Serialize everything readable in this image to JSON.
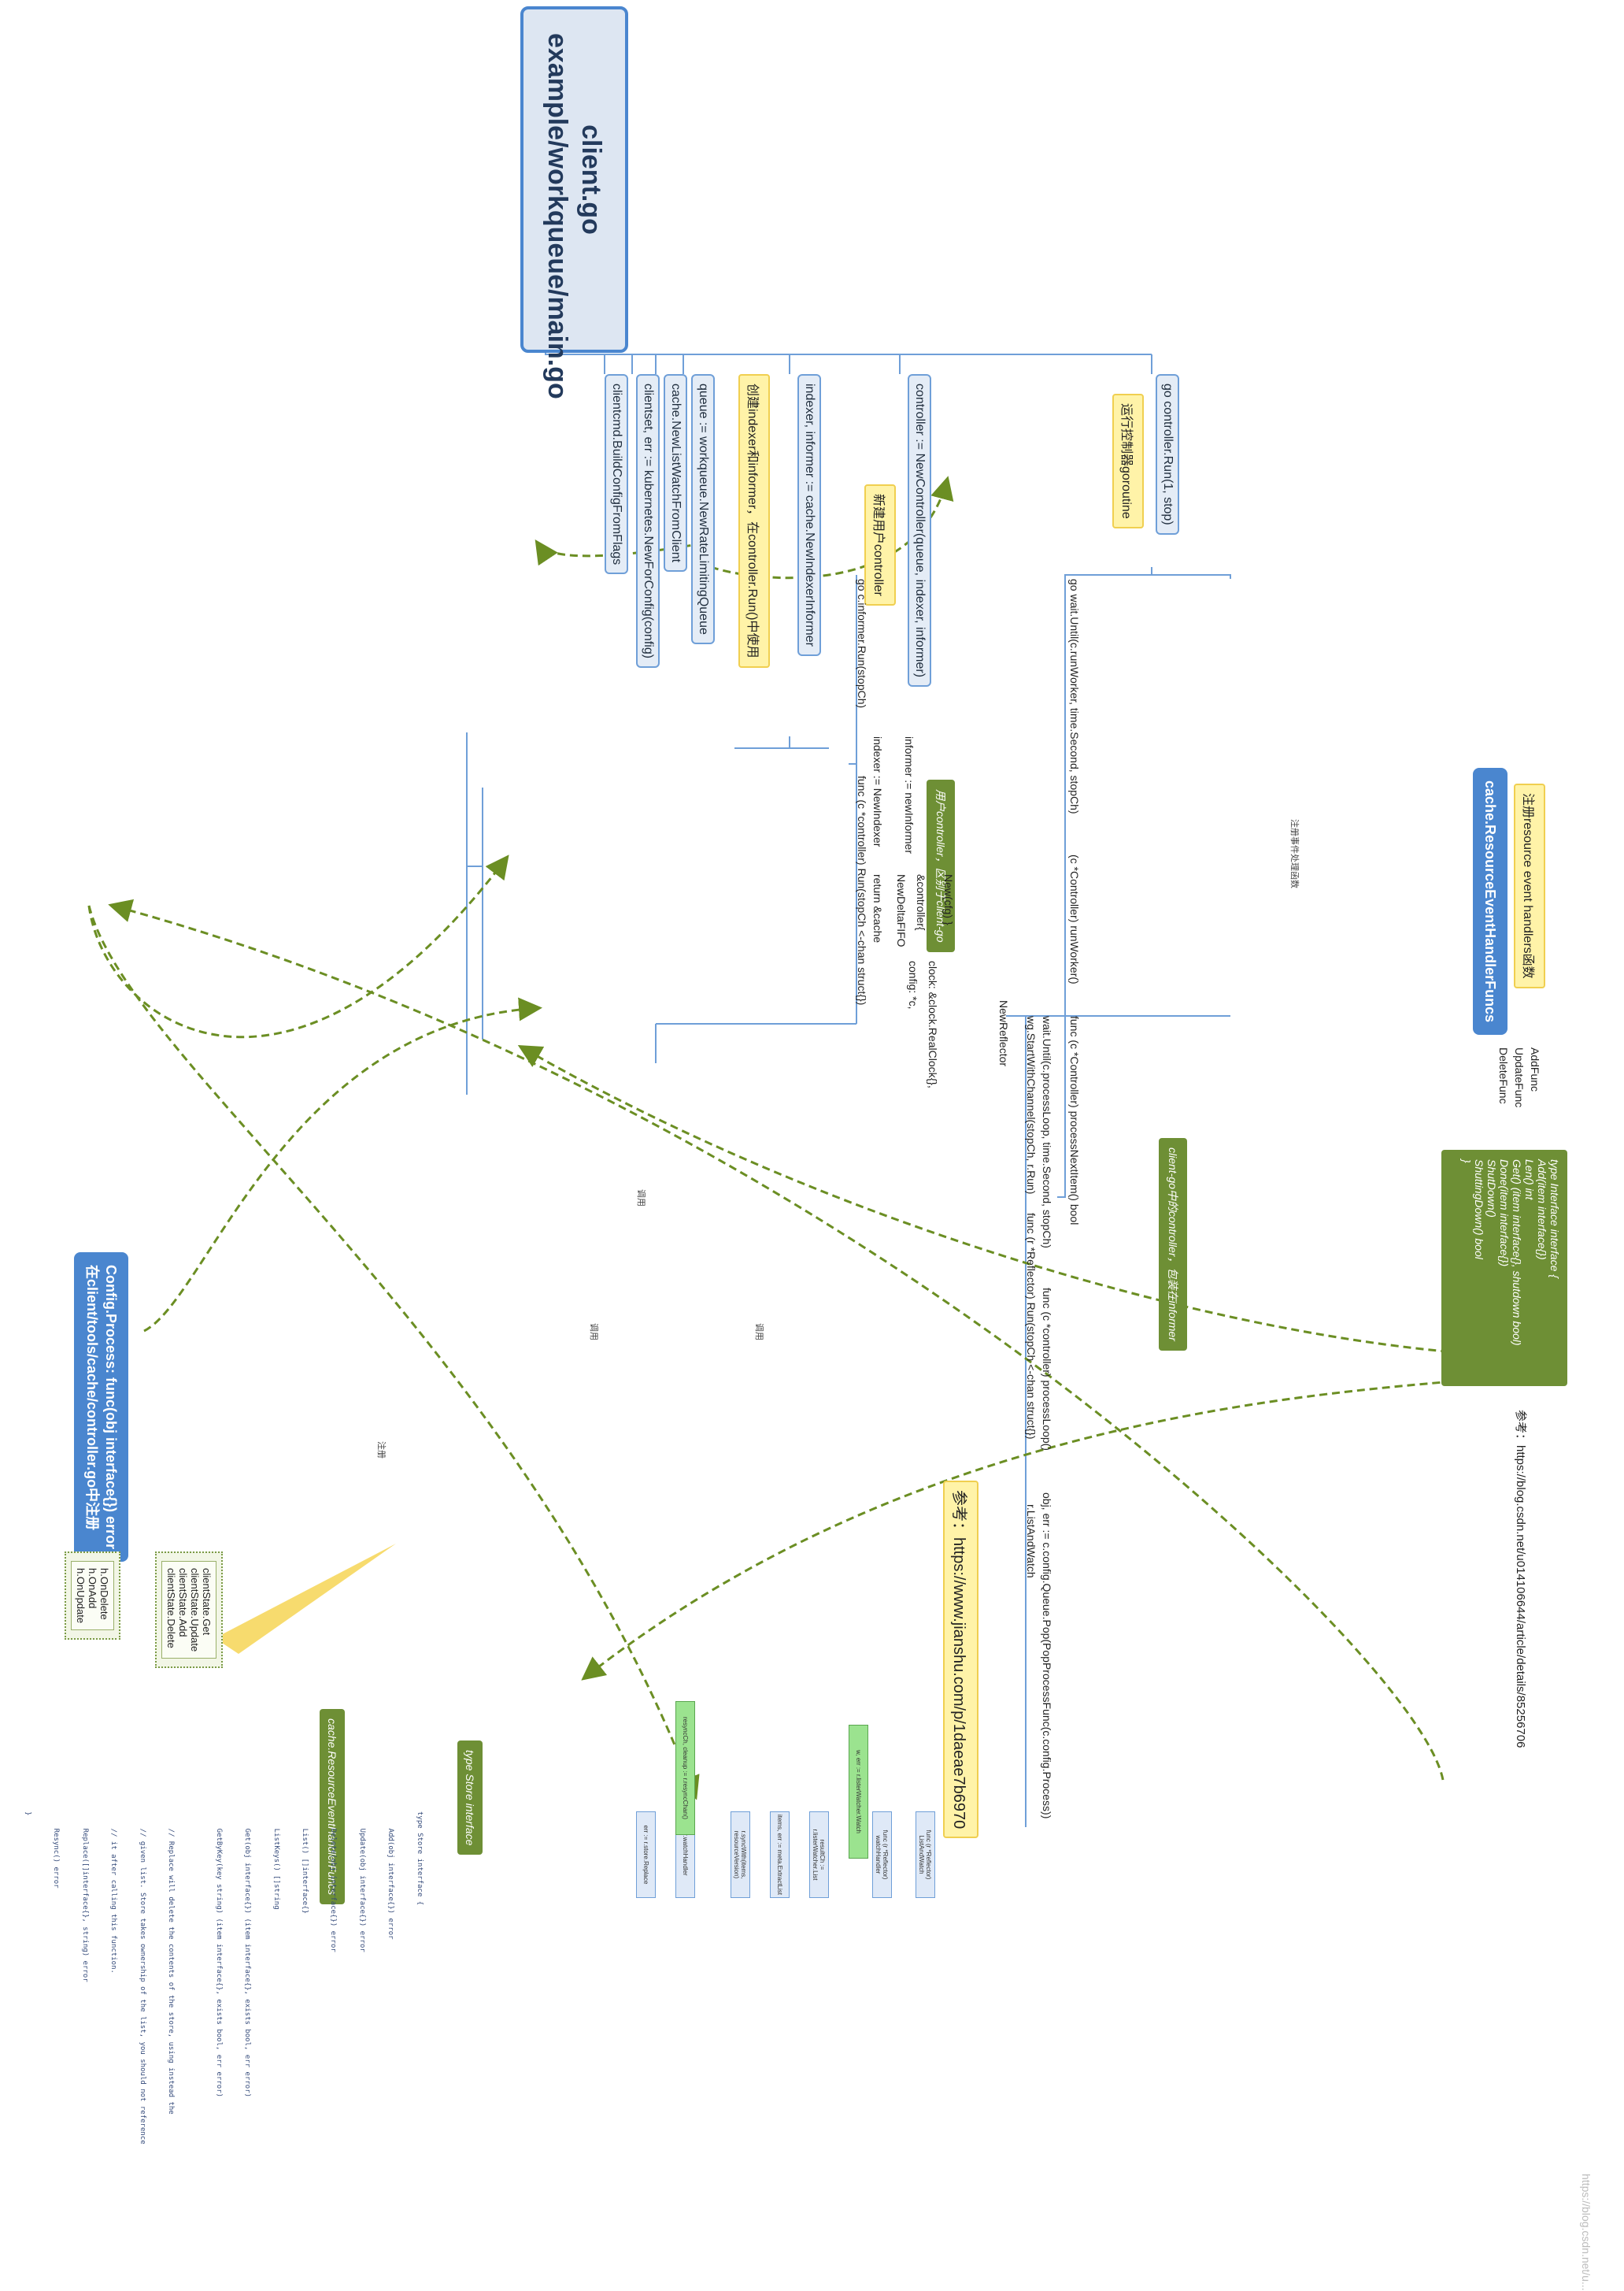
{
  "root": {
    "line1": "client.go",
    "line2": "example/workqueue/main.go"
  },
  "branches": {
    "b1": "clientcmd.BuildConfigFromFlags",
    "b2": "clientset, err := kubernetes.NewForConfig(config)",
    "b3": "cache.NewListWatchFromClient",
    "b4": "queue := workqueue.NewRateLimitingQueue",
    "b5": "indexer, informer := cache.NewIndexerInformer",
    "b6": "controller := NewController(queue, indexer, informer)",
    "b7": "go controller.Run(1, stop)"
  },
  "notes": {
    "create_indexer": "创建indexer和informer，在controller.Run()中使用",
    "new_controller": "新建用户controller",
    "run_goroutine": "运行控制器goroutine",
    "register_handlers": "注册resource event handlers函数"
  },
  "green_labels": {
    "user_controller": "用户controller，区别于client-go",
    "client_go_controller": "client-go中的controller，包装在informer",
    "store_interface": "type Store interface",
    "handler_funcs": "cache.ResourceEventHandlerFuncs"
  },
  "indexer_informer": {
    "indexer": "indexer := NewIndexer",
    "informer": "informer := newInformer",
    "return_cache": "return &cache",
    "new_delta_fifo": "NewDeltaFIFO",
    "controller": "&controller{",
    "new_cfg": "New(cfg)",
    "config": "config: *c,",
    "clock": "clock: &clock.RealClock{},",
    "brace": "}"
  },
  "run": {
    "go_informer_run": "go c.informer.Run(stopCh)",
    "controller_run": "func (c *controller) Run(stopCh <-chan struct{})",
    "new_reflector": "NewReflector",
    "wg_start": "wg.StartWithChannel(stopCh, r.Run)",
    "reflector_run": "func (r *Reflector) Run(stopCh <-chan struct{})",
    "list_and_watch": "r.ListAndWatch",
    "wait_until": "wait.Until(c.processLoop, time.Second, stopCh)",
    "process_loop": "func (c *controller) processLoop()",
    "obj_err": "obj, err := c.config.Queue.Pop(PopProcessFunc(c.config.Process))",
    "go_wait_until": "go wait.Until(c.runWorker, time.Second, stopCh)",
    "run_worker": "(c *Controller) runWorker()",
    "process_next": "func (c *Controller) processNextItem() bool"
  },
  "handler": {
    "title": "cache.ResourceEventHandlerFuncs",
    "add": "AddFunc",
    "update": "UpdateFunc",
    "delete": "DeleteFunc",
    "interface_lines": [
      "type Interface interface {",
      "  Add(item interface{})",
      "  Len() int",
      "  Get() (item interface{}, shutdown bool)",
      "  Done(item interface{})",
      "  ShutDown()",
      "  ShuttingDown() bool",
      "}"
    ],
    "ref": "参考：https://blog.csdn.net/u014106644/article/details/85256706"
  },
  "config_process": {
    "line1": "Config.Process: func(obj interface{}) error",
    "line2": "在client/tools/cache/controller.go中注册"
  },
  "client_state": {
    "get": "clientState.Get",
    "update": "clientState.Update",
    "add": "clientState.Add",
    "delete": "clientState.Delete"
  },
  "h_on": {
    "delete": "h.OnDelete",
    "add": "h.OnAdd",
    "update": "h.OnUpdate"
  },
  "ref_jianshu": "参考：https://www.jianshu.com/p/1daeae7b6970",
  "edge_labels": {
    "register": "注册事件处理函数",
    "call1": "调用",
    "call2": "调用",
    "call3": "调用",
    "call4": "注册"
  },
  "store_code": [
    "type Store interface {",
    "    Add(obj interface{}) error",
    "    Update(obj interface{}) error",
    "    Delete(obj interface{}) error",
    "    List() []interface{}",
    "    ListKeys() []string",
    "    Get(obj interface{}) (item interface{}, exists bool, err error)",
    "    GetByKey(key string) (item interface{}, exists bool, err error)",
    "",
    "    // Replace will delete the contents of the store, using instead the",
    "    // given list. Store takes ownership of the list, you should not reference",
    "    // it after calling this function.",
    "    Replace([]interface{}, string) error",
    "    Resync() error",
    "}"
  ],
  "flowchart": {
    "boxes": [
      "func (r *Reflector) ListAndWatch",
      "func (r *Reflector) watchHandler",
      "resultCh := r.listerWatcher.List",
      "items, err := meta.ExtractList",
      "r.syncWith(items, resourceVersion)",
      "w, err := r.listerWatcher.Watch",
      "r.watchHandler",
      "err := r.store.Replace",
      "resyncCh, cleanup := r.resyncChan()"
    ]
  },
  "watermark": "https://blog.csdn.net/u..."
}
